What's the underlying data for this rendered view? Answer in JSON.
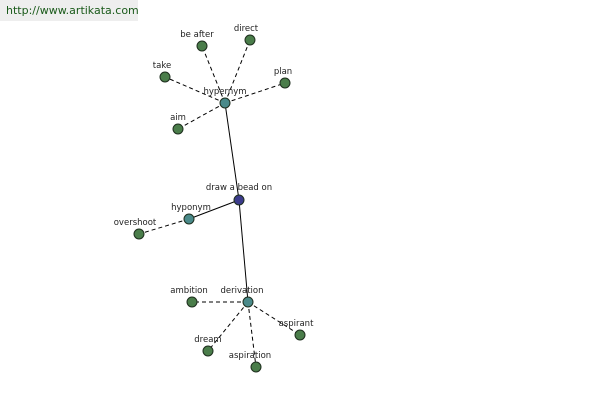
{
  "header": {
    "url": "http://www.artikata.com"
  },
  "colors": {
    "central": "#3c3c8c",
    "relation": "#4a8a8a",
    "leaf": "#4a7d4a",
    "node_stroke": "#1e2e1e",
    "edge": "#000000"
  },
  "graph": {
    "nodes": [
      {
        "id": "center",
        "label": "draw a bead on",
        "kind": "central"
      },
      {
        "id": "hypernym",
        "label": "hypernym",
        "kind": "relation"
      },
      {
        "id": "hyponym",
        "label": "hyponym",
        "kind": "relation"
      },
      {
        "id": "derivation",
        "label": "derivation",
        "kind": "relation"
      },
      {
        "id": "be-after",
        "label": "be after",
        "kind": "leaf"
      },
      {
        "id": "direct",
        "label": "direct",
        "kind": "leaf"
      },
      {
        "id": "take",
        "label": "take",
        "kind": "leaf"
      },
      {
        "id": "plan",
        "label": "plan",
        "kind": "leaf"
      },
      {
        "id": "aim",
        "label": "aim",
        "kind": "leaf"
      },
      {
        "id": "overshoot",
        "label": "overshoot",
        "kind": "leaf"
      },
      {
        "id": "ambition",
        "label": "ambition",
        "kind": "leaf"
      },
      {
        "id": "aspirant",
        "label": "aspirant",
        "kind": "leaf"
      },
      {
        "id": "dream",
        "label": "dream",
        "kind": "leaf"
      },
      {
        "id": "aspiration",
        "label": "aspiration",
        "kind": "leaf"
      }
    ],
    "edges": [
      {
        "from": "center",
        "to": "hypernym",
        "style": "solid"
      },
      {
        "from": "center",
        "to": "hyponym",
        "style": "solid"
      },
      {
        "from": "center",
        "to": "derivation",
        "style": "solid"
      },
      {
        "from": "hypernym",
        "to": "be-after",
        "style": "dashed"
      },
      {
        "from": "hypernym",
        "to": "direct",
        "style": "dashed"
      },
      {
        "from": "hypernym",
        "to": "take",
        "style": "dashed"
      },
      {
        "from": "hypernym",
        "to": "plan",
        "style": "dashed"
      },
      {
        "from": "hypernym",
        "to": "aim",
        "style": "dashed"
      },
      {
        "from": "hyponym",
        "to": "overshoot",
        "style": "dashed"
      },
      {
        "from": "derivation",
        "to": "ambition",
        "style": "dashed"
      },
      {
        "from": "derivation",
        "to": "aspirant",
        "style": "dashed"
      },
      {
        "from": "derivation",
        "to": "dream",
        "style": "dashed"
      },
      {
        "from": "derivation",
        "to": "aspiration",
        "style": "dashed"
      }
    ]
  }
}
